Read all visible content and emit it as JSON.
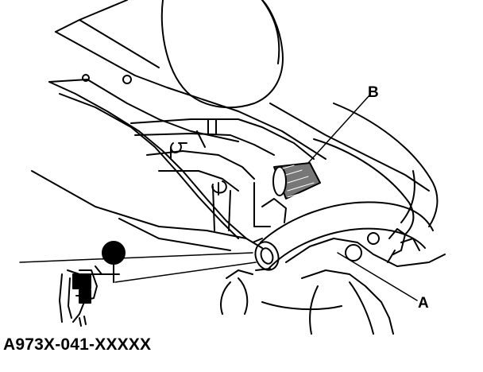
{
  "diagram": {
    "callouts": {
      "a": "A",
      "b": "B"
    },
    "part_number": "A973X-041-XXXXX",
    "ink_color": "#000000",
    "background_color": "#ffffff"
  }
}
